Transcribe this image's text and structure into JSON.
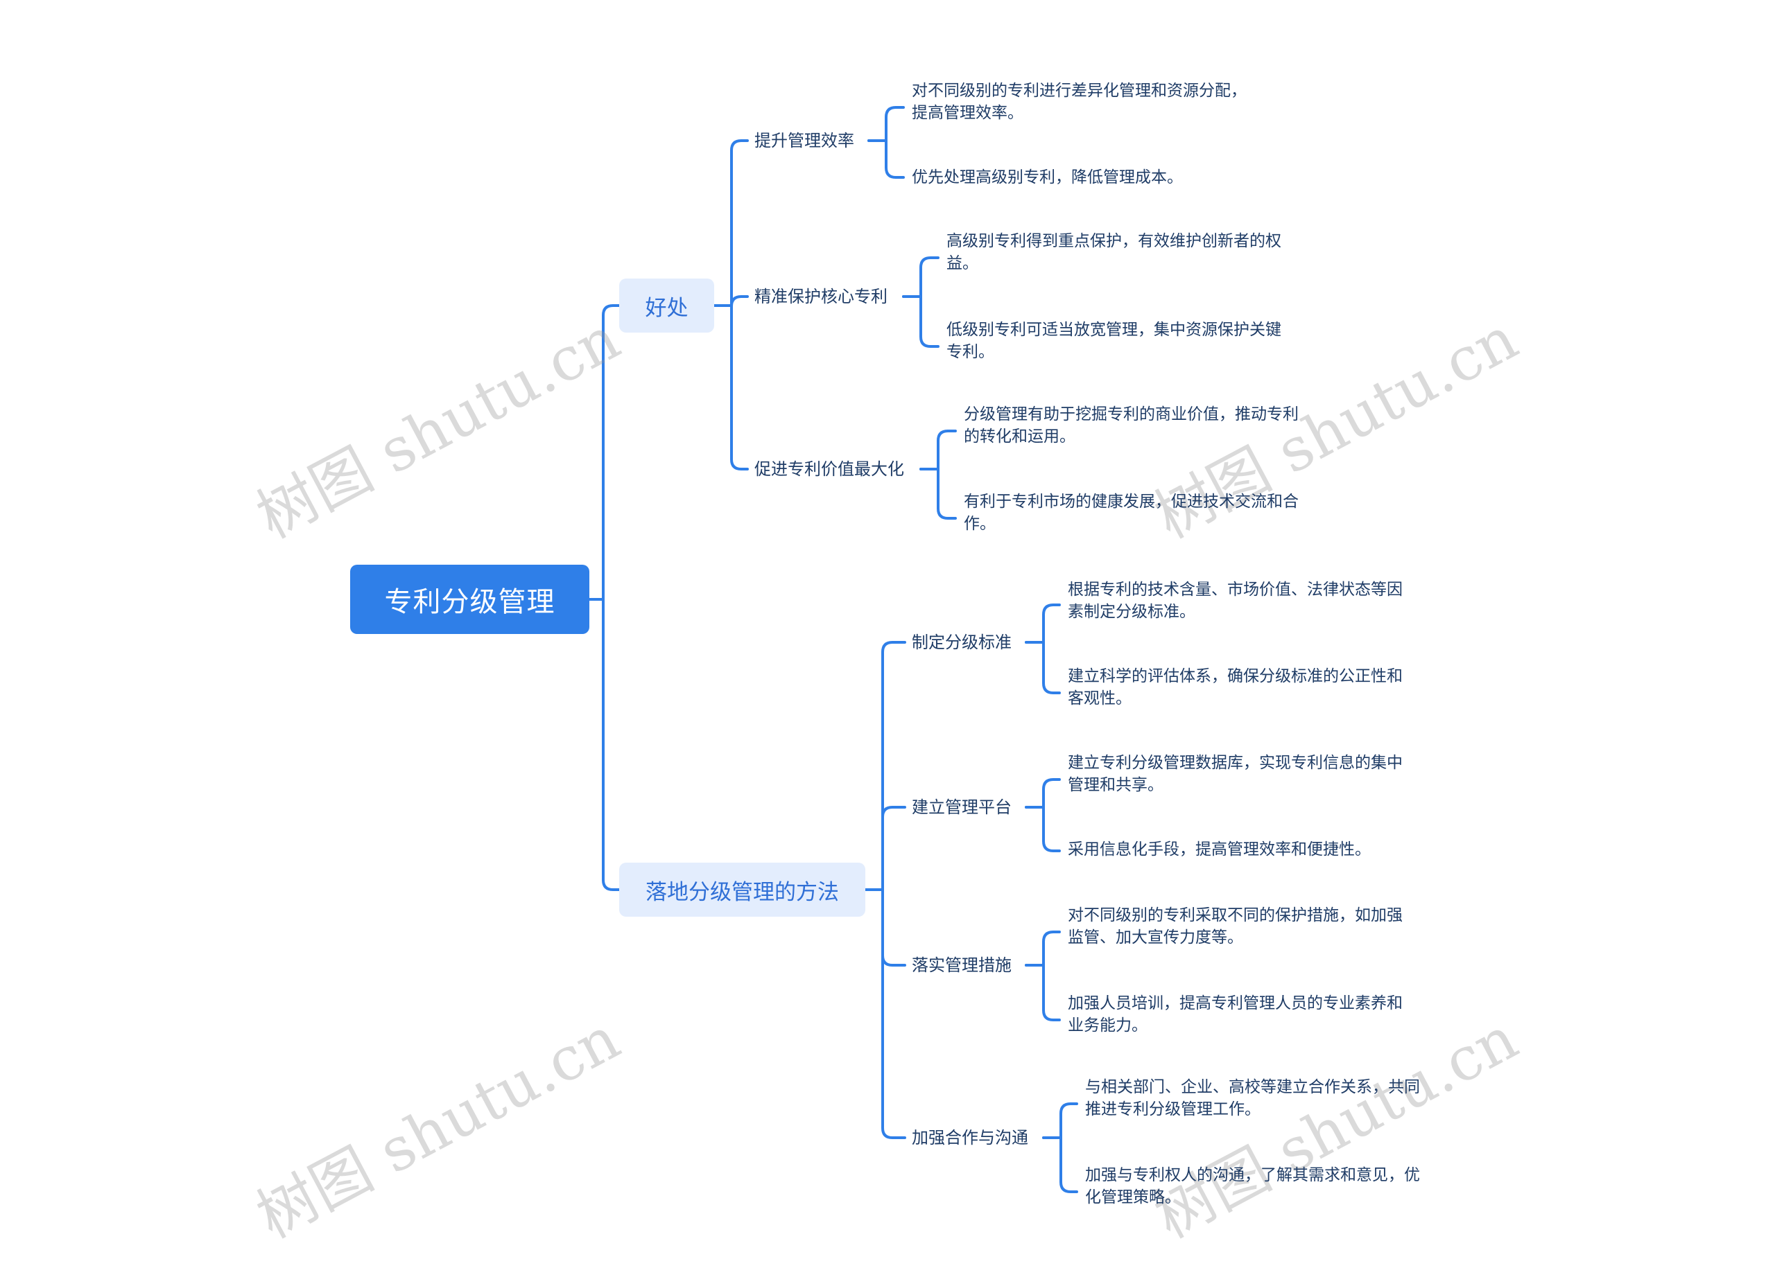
{
  "root": {
    "label": "专利分级管理"
  },
  "branches": [
    {
      "label": "好处",
      "children": [
        {
          "label": "提升管理效率",
          "children": [
            "对不同级别的专利进行差异化管理和资源分配，提高管理效率。",
            "优先处理高级别专利，降低管理成本。"
          ]
        },
        {
          "label": "精准保护核心专利",
          "children": [
            "高级别专利得到重点保护，有效维护创新者的权益。",
            "低级别专利可适当放宽管理，集中资源保护关键专利。"
          ]
        },
        {
          "label": "促进专利价值最大化",
          "children": [
            "分级管理有助于挖掘专利的商业价值，推动专利的转化和运用。",
            "有利于专利市场的健康发展，促进技术交流和合作。"
          ]
        }
      ]
    },
    {
      "label": "落地分级管理的方法",
      "children": [
        {
          "label": "制定分级标准",
          "children": [
            "根据专利的技术含量、市场价值、法律状态等因素制定分级标准。",
            "建立科学的评估体系，确保分级标准的公正性和客观性。"
          ]
        },
        {
          "label": "建立管理平台",
          "children": [
            "建立专利分级管理数据库，实现专利信息的集中管理和共享。",
            "采用信息化手段，提高管理效率和便捷性。"
          ]
        },
        {
          "label": "落实管理措施",
          "children": [
            "对不同级别的专利采取不同的保护措施，如加强监管、加大宣传力度等。",
            "加强人员培训，提高专利管理人员的专业素养和业务能力。"
          ]
        },
        {
          "label": "加强合作与沟通",
          "children": [
            "与相关部门、企业、高校等建立合作关系，共同推进专利分级管理工作。",
            "加强与专利权人的沟通，了解其需求和意见，优化管理策略。"
          ]
        }
      ]
    }
  ],
  "watermark": "树图 shutu.cn",
  "colors": {
    "root_bg": "#2f7fe8",
    "root_text": "#ffffff",
    "branch_bg": "#e3edfd",
    "branch_text": "#2f6fd6",
    "connector": "#2f7fe8",
    "text": "#1f3c66"
  }
}
